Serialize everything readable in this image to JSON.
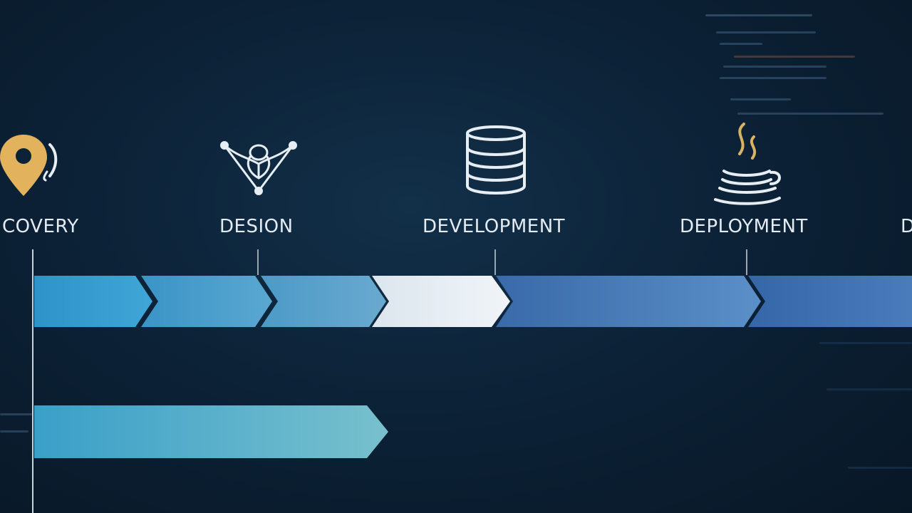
{
  "stages": [
    {
      "label": "COVERY",
      "icon": "map-pin-icon"
    },
    {
      "label": "DESION",
      "icon": "network-icon"
    },
    {
      "label": "DEVELOPMENT",
      "icon": "database-icon"
    },
    {
      "label": "DEPLOYMENT",
      "icon": "java-cup-icon"
    },
    {
      "label": "D",
      "icon": ""
    }
  ],
  "colors": {
    "background": "#0c2237",
    "label": "#e4ebf2",
    "pin": "#e3b25c",
    "icon_line": "#e6edf3",
    "steam": "#d9b364"
  }
}
